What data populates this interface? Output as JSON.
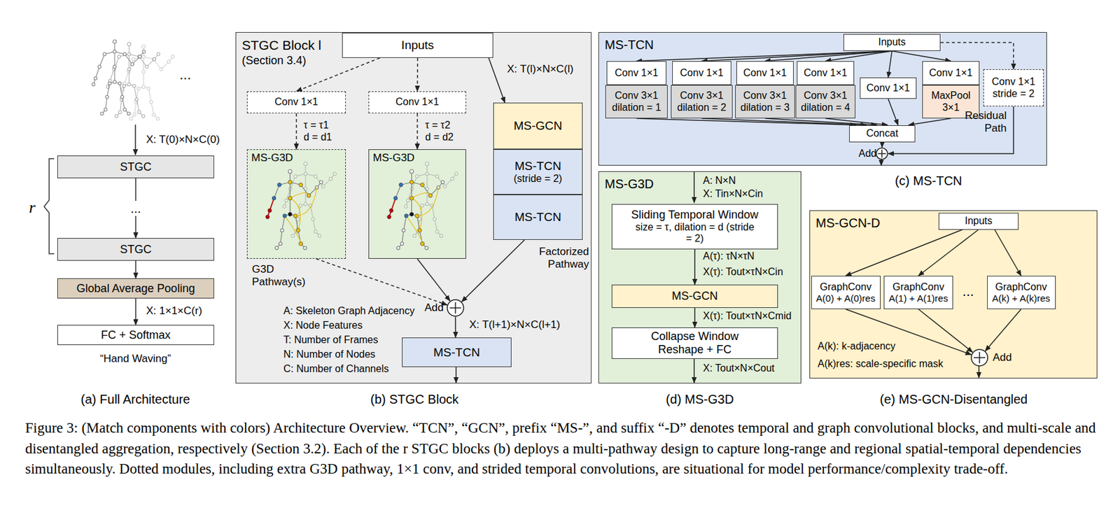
{
  "diagram": {
    "caption": "Figure 3: (Match components with colors) Architecture Overview. “TCN”, “GCN”, prefix “MS-”, and suffix “-D” denotes temporal and graph convolutional blocks, and multi-scale and disentangled aggregation, respectively (Section 3.2). Each of the r STGC blocks (b) deploys a multi-pathway design to capture long-range and regional spatial-temporal dependencies simultaneously. Dotted modules, including extra G3D pathway, 1×1 conv, and strided temporal convolutions, are situational for model performance/complexity trade-off.",
    "nodes": [
      {
        "text": [
          "STGC"
        ]
      },
      {
        "text": [
          "STGC"
        ]
      },
      {
        "text": [
          "Global Average Pooling"
        ]
      },
      {
        "text": [
          "FC + Softmax"
        ]
      },
      {
        "text": [
          "STGC Block l",
          "(Section 3.4)"
        ]
      },
      {
        "text": [
          "Inputs"
        ],
        "in": 4
      },
      {
        "text": [
          "Conv 1×1"
        ],
        "in": 4
      },
      {
        "text": [
          "Conv 1×1"
        ],
        "in": 4
      },
      {
        "text": [
          "MS-G3D"
        ],
        "in": 4
      },
      {
        "text": [
          "MS-G3D"
        ],
        "in": 4
      },
      {
        "text": [
          "MS-GCN"
        ],
        "in": 4
      },
      {
        "text": [
          "MS-TCN",
          "(stride = 2)"
        ],
        "in": 4
      },
      {
        "text": [
          "MS-TCN"
        ],
        "in": 4
      },
      {
        "text": [
          "Add"
        ],
        "in": 4
      },
      {
        "text": [
          "MS-TCN"
        ],
        "in": 4
      },
      {
        "text": [
          "MS-TCN"
        ]
      },
      {
        "text": [
          "Inputs"
        ],
        "in": 15
      },
      {
        "text": [
          "Conv 1×1"
        ],
        "in": 15
      },
      {
        "text": [
          "Conv 3×1 dilation = 1"
        ],
        "in": 15
      },
      {
        "text": [
          "Conv 1×1"
        ],
        "in": 15
      },
      {
        "text": [
          "Conv 3×1 dilation = 2"
        ],
        "in": 15
      },
      {
        "text": [
          "Conv 1×1"
        ],
        "in": 15
      },
      {
        "text": [
          "Conv 3×1 dilation = 3"
        ],
        "in": 15
      },
      {
        "text": [
          "Conv 1×1"
        ],
        "in": 15
      },
      {
        "text": [
          "Conv 3×1 dilation = 4"
        ],
        "in": 15
      },
      {
        "text": [
          "Conv 1×1"
        ],
        "in": 15
      },
      {
        "text": [
          "Conv 1×1"
        ],
        "in": 15
      },
      {
        "text": [
          "MaxPool 3×1"
        ],
        "in": 15
      },
      {
        "text": [
          "Conv 1×1 stride = 2"
        ],
        "in": 15
      },
      {
        "text": [
          "Concat"
        ],
        "in": 15
      },
      {
        "text": [
          "Add"
        ],
        "in": 15
      },
      {
        "text": [
          "MS-G3D"
        ]
      },
      {
        "text": [
          "Sliding Temporal Window",
          "size = τ, dilation = d (stride = 2)"
        ],
        "in": 31
      },
      {
        "text": [
          "MS-GCN"
        ],
        "in": 31
      },
      {
        "text": [
          "Collapse Window Reshape + FC"
        ],
        "in": 31
      },
      {
        "text": [
          "MS-GCN-D"
        ]
      },
      {
        "text": [
          "Inputs"
        ],
        "in": 35
      },
      {
        "text": [
          "GraphConv",
          "A(0) + A(0)res"
        ],
        "in": 35
      },
      {
        "text": [
          "GraphConv",
          "A(1) + A(1)res"
        ],
        "in": 35
      },
      {
        "text": [
          "GraphConv",
          "A(k) + A(k)res"
        ],
        "in": 35
      },
      {
        "text": [
          "Add"
        ],
        "in": 35
      }
    ],
    "edges": [
      {
        "from": 0,
        "to": 1,
        "arrow": "to",
        "label": "..."
      },
      {
        "from": 1,
        "to": 2,
        "arrow": "to"
      },
      {
        "from": 2,
        "to": 3,
        "arrow": "to"
      },
      {
        "from": 5,
        "to": 6,
        "arrow": "to"
      },
      {
        "from": 5,
        "to": 7,
        "arrow": "to"
      },
      {
        "from": 5,
        "to": 10,
        "arrow": "to"
      },
      {
        "from": 6,
        "to": 8,
        "arrow": "to"
      },
      {
        "from": 7,
        "to": 9,
        "arrow": "to"
      },
      {
        "from": 8,
        "to": 13,
        "arrow": "to"
      },
      {
        "from": 9,
        "to": 13,
        "arrow": "to"
      },
      {
        "from": 12,
        "to": 13,
        "arrow": "to"
      },
      {
        "from": 13,
        "to": 14,
        "arrow": "to"
      },
      {
        "from": 16,
        "to": 17,
        "arrow": "to"
      },
      {
        "from": 16,
        "to": 19,
        "arrow": "to"
      },
      {
        "from": 16,
        "to": 21,
        "arrow": "to"
      },
      {
        "from": 16,
        "to": 23,
        "arrow": "to"
      },
      {
        "from": 16,
        "to": 25,
        "arrow": "to"
      },
      {
        "from": 16,
        "to": 26,
        "arrow": "to"
      },
      {
        "from": 16,
        "to": 28,
        "arrow": "to"
      },
      {
        "from": 18,
        "to": 29,
        "arrow": "to"
      },
      {
        "from": 20,
        "to": 29,
        "arrow": "to"
      },
      {
        "from": 22,
        "to": 29,
        "arrow": "to"
      },
      {
        "from": 24,
        "to": 29,
        "arrow": "to"
      },
      {
        "from": 25,
        "to": 29,
        "arrow": "to"
      },
      {
        "from": 27,
        "to": 29,
        "arrow": "to"
      },
      {
        "from": 29,
        "to": 30,
        "arrow": "to"
      },
      {
        "from": 28,
        "to": 30,
        "arrow": "to"
      },
      {
        "from": 32,
        "to": 33,
        "arrow": "to"
      },
      {
        "from": 33,
        "to": 34,
        "arrow": "to"
      },
      {
        "from": 36,
        "to": 37,
        "arrow": "to"
      },
      {
        "from": 36,
        "to": 38,
        "arrow": "to"
      },
      {
        "from": 36,
        "to": 39,
        "arrow": "to"
      },
      {
        "from": 37,
        "to": 40,
        "arrow": "to"
      },
      {
        "from": 38,
        "to": 40,
        "arrow": "to"
      },
      {
        "from": 39,
        "to": 40,
        "arrow": "to"
      }
    ],
    "labels": [
      "X: T(0)×N×C(0)",
      "...",
      "r",
      "X: 1×1×C(r)",
      "“Hand Waving”",
      "(a) Full Architecture",
      "X: T(l)×N×C(l)",
      "τ = τ1",
      "d = d1",
      "τ = τ2",
      "d = d2",
      "G3D Pathway(s)",
      "Factorized Pathway",
      "A: Skeleton Graph Adjacency",
      "X: Node Features",
      "T: Number of Frames",
      "N: Number of Nodes",
      "C: Number of Channels",
      "X: T(l+1)×N×C(l+1)",
      "(b) STGC Block",
      "Residual Path",
      "(c) MS-TCN",
      "A: N×N",
      "X: Tin×N×Cin",
      "A(τ): τN×τN",
      "X(τ): Tout×τN×Cin",
      "X(τ): Tout×τN×Cmid",
      "X: Tout×N×Cout",
      "(d) MS-G3D",
      "...",
      "A(k): k-adjacency",
      "A(k)res: scale-specific mask",
      "(e) MS-GCN-Disentangled"
    ]
  }
}
